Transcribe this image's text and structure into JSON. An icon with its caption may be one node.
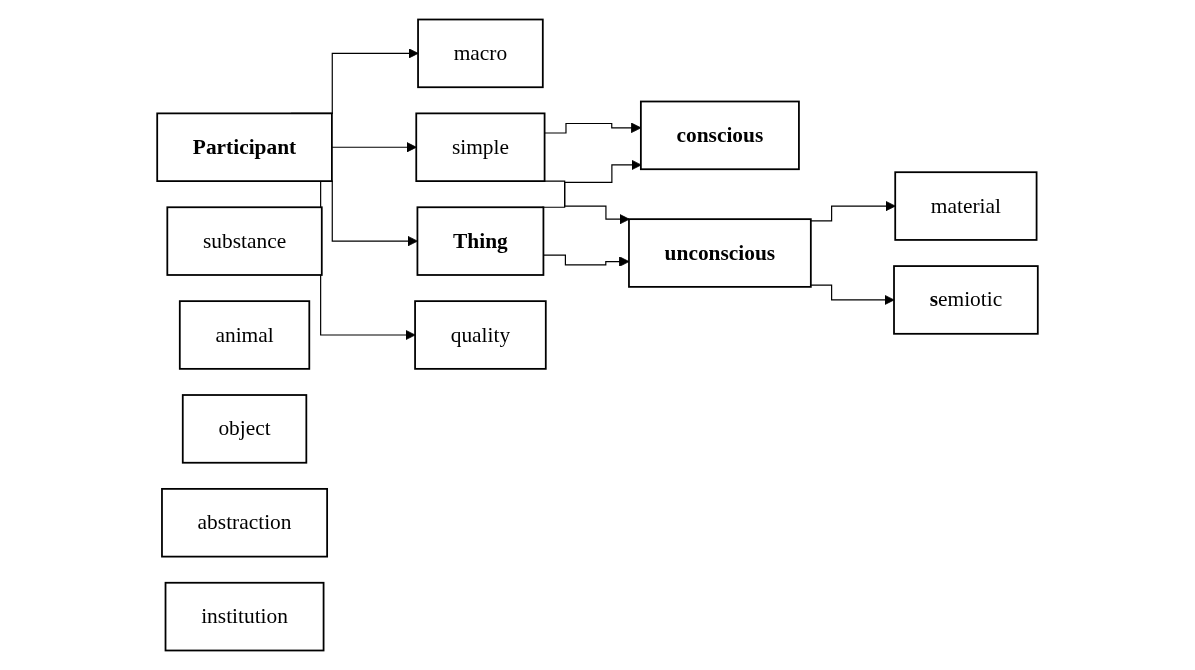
{
  "diagram": {
    "nodes": [
      {
        "text": [
          "Participant"
        ]
      },
      {
        "text": [
          "macro"
        ]
      },
      {
        "text": [
          "simple"
        ]
      },
      {
        "text": [
          "Thing"
        ]
      },
      {
        "text": [
          "quality"
        ]
      },
      {
        "text": [
          "conscious"
        ]
      },
      {
        "text": [
          "unconscious"
        ]
      },
      {
        "text": [
          "material"
        ]
      },
      {
        "text": [
          "**s**emiotic"
        ]
      },
      {
        "text": [
          "substance"
        ]
      },
      {
        "text": [
          "animal"
        ]
      },
      {
        "text": [
          "object"
        ]
      },
      {
        "text": [
          "abstraction"
        ]
      },
      {
        "text": [
          "institution"
        ]
      }
    ],
    "edges": [
      {
        "from": 0,
        "to": 1,
        "arrow": "to"
      },
      {
        "from": 0,
        "to": 2,
        "arrow": "to"
      },
      {
        "from": 0,
        "to": 3,
        "arrow": "to"
      },
      {
        "from": 0,
        "to": 4,
        "arrow": "to"
      },
      {
        "from": 2,
        "to": 5,
        "arrow": "to"
      },
      {
        "from": 2,
        "to": 6,
        "arrow": "to"
      },
      {
        "from": 3,
        "to": 5,
        "arrow": "to"
      },
      {
        "from": 3,
        "to": 6,
        "arrow": "to"
      },
      {
        "from": 6,
        "to": 7,
        "arrow": "to"
      },
      {
        "from": 6,
        "to": 8,
        "arrow": "to"
      }
    ]
  }
}
